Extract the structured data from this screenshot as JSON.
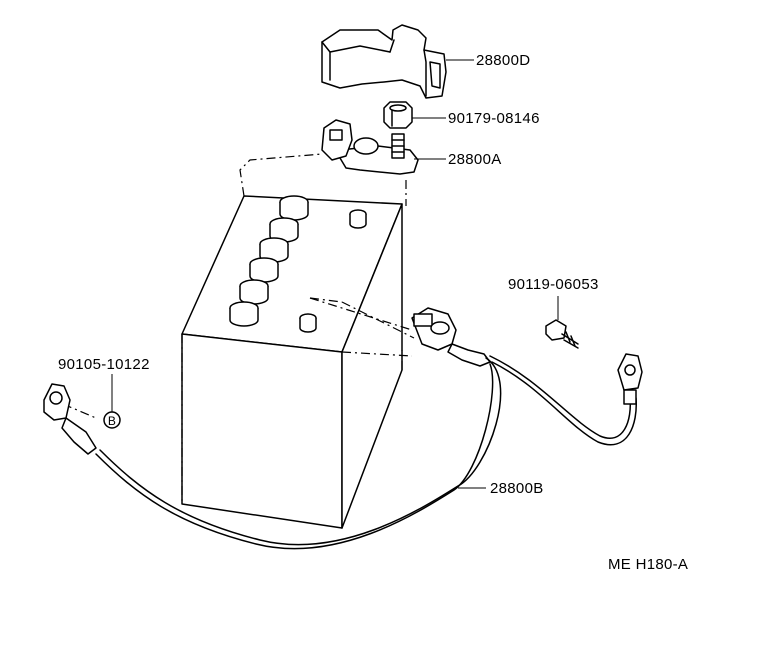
{
  "labels": {
    "cover": "28800D",
    "nut": "90179-08146",
    "terminal_pos": "28800A",
    "bolt": "90119-06053",
    "bolt_b": "90105-10122",
    "marker_b": "B",
    "cable": "28800B",
    "figure_code": "ME H180-A"
  }
}
